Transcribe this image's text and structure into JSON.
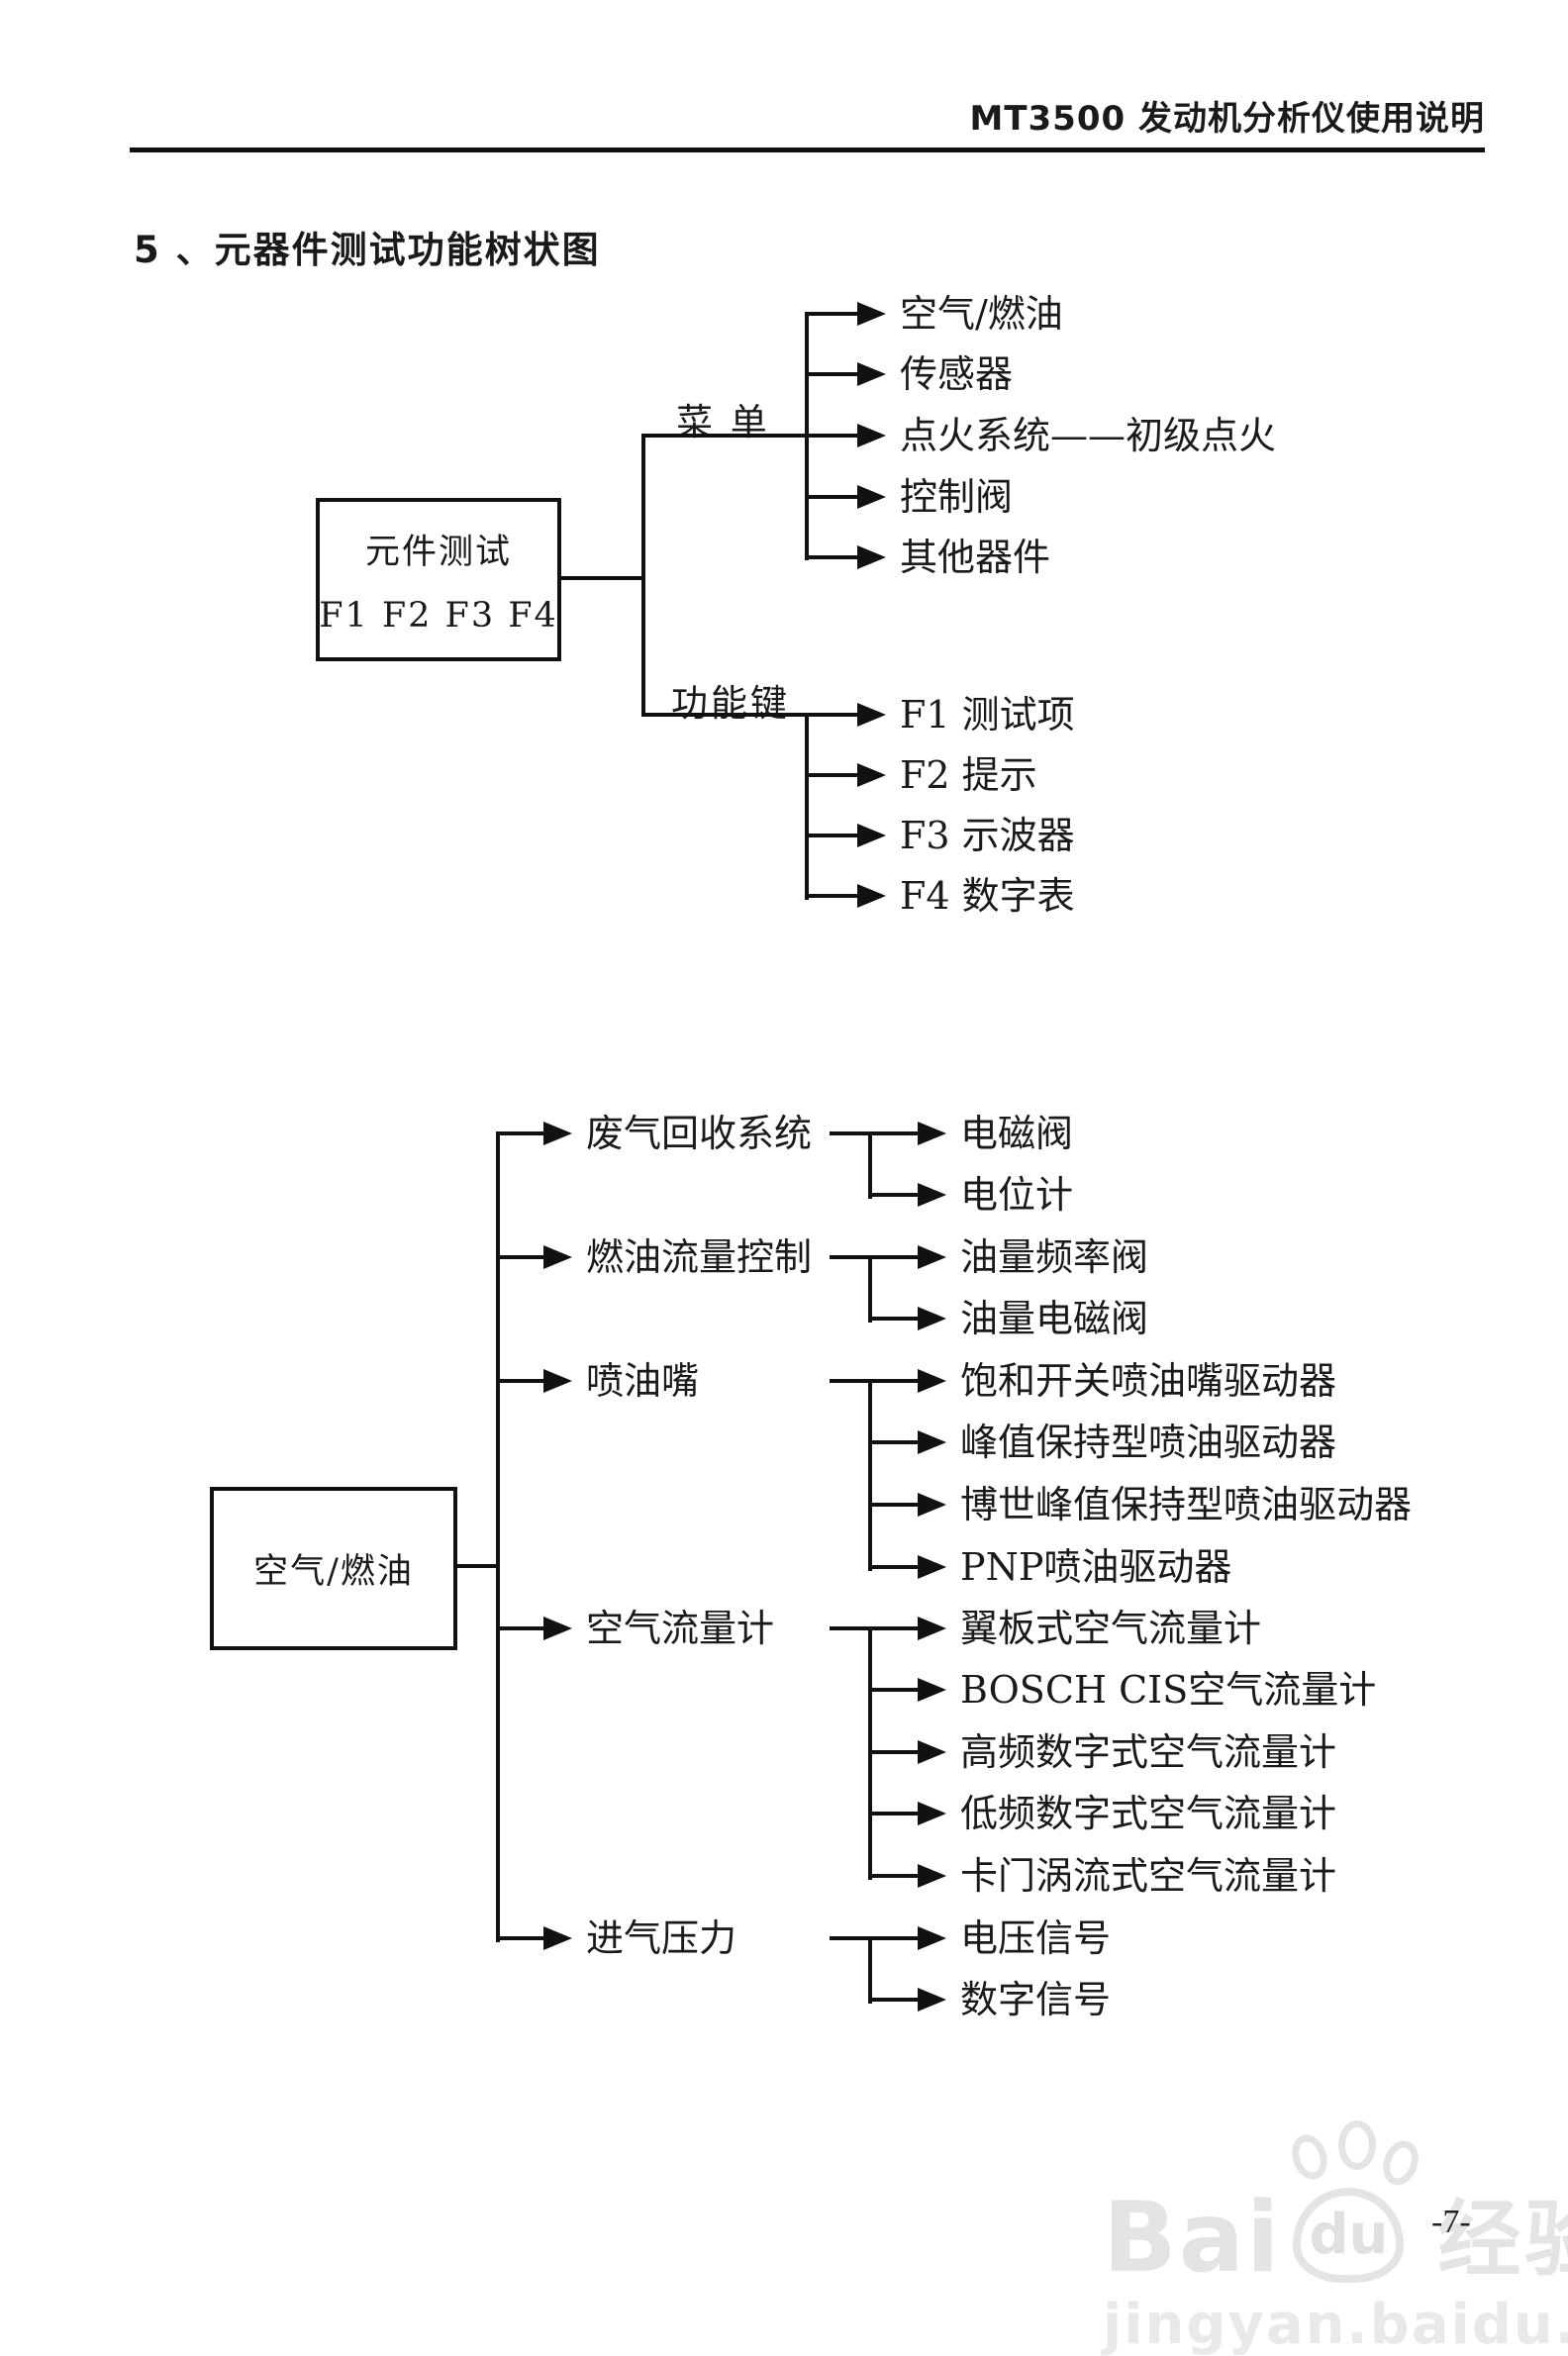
{
  "colors": {
    "ink": "#1a1a1a",
    "watermark": "#e4e4e4"
  },
  "header": {
    "title": "MT3500 发动机分析仪使用说明"
  },
  "page_title": "5 、元器件测试功能树状图",
  "tree1": {
    "root": {
      "name": "元件测试",
      "keys": "F1 F2 F3 F4"
    },
    "menu": {
      "label": "菜 单",
      "items": [
        "空气/燃油",
        "传感器",
        "点火系统——初级点火",
        "控制阀",
        "其他器件"
      ]
    },
    "fn": {
      "label": "功能键",
      "items": [
        "F1 测试项",
        "F2 提示",
        "F3 示波器",
        "F4 数字表"
      ]
    }
  },
  "tree2": {
    "root": "空气/燃油",
    "branches": [
      {
        "label": "废气回收系统",
        "children": [
          "电磁阀",
          "电位计"
        ]
      },
      {
        "label": "燃油流量控制",
        "children": [
          "油量频率阀",
          "油量电磁阀"
        ]
      },
      {
        "label": "喷油嘴",
        "children": [
          "饱和开关喷油嘴驱动器",
          "峰值保持型喷油驱动器",
          "博世峰值保持型喷油驱动器",
          "PNP喷油驱动器"
        ]
      },
      {
        "label": "空气流量计",
        "children": [
          "翼板式空气流量计",
          "BOSCH CIS空气流量计",
          "高频数字式空气流量计",
          "低频数字式空气流量计",
          "卡门涡流式空气流量计"
        ]
      },
      {
        "label": "进气压力",
        "children": [
          "电压信号",
          "数字信号"
        ]
      }
    ]
  },
  "footer": {
    "watermark": {
      "brand_bai": "Bai",
      "brand_du": "du",
      "brand_suffix": "经验",
      "url": "jingyan.baidu.com"
    },
    "page_number": "-7-"
  }
}
